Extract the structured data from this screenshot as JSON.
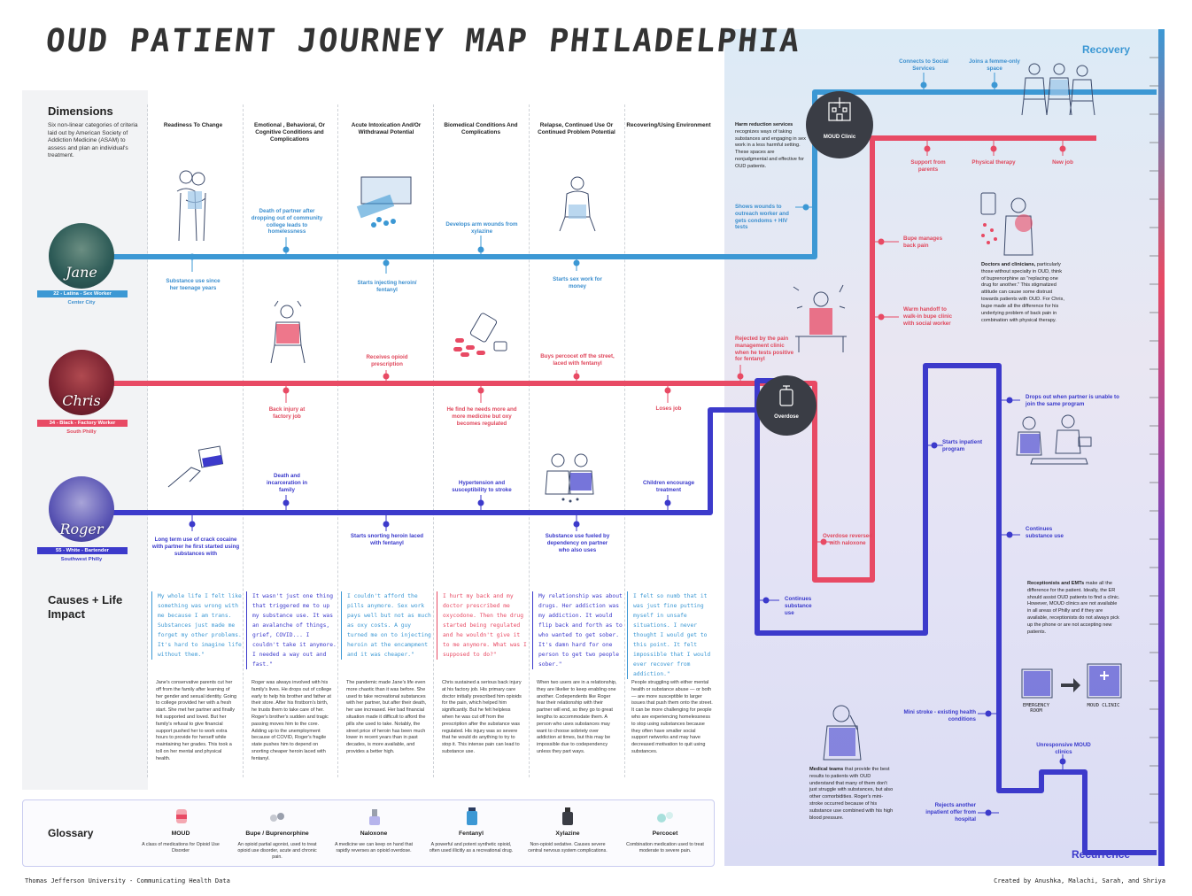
{
  "title": "OUD PATIENT JOURNEY MAP PHILADELPHIA",
  "dimensions": {
    "heading": "Dimensions",
    "description": "Six non-linear categories of criteria laid out by American Society of Addiction Medicine (ASAM) to assess and plan an individual's treatment."
  },
  "columns": [
    "Readiness To Change",
    "Emotional , Behavioral, Or Cognitive Conditions and Complications",
    "Acute Intoxication And/Or Withdrawal Potential",
    "Biomedical Conditions And Complications",
    "Relapse, Continued Use Or Continued Problem Potential",
    "Recovering/Using Environment"
  ],
  "patients": {
    "jane": {
      "name": "Jane",
      "badge": "22 - Latina - Sex Worker",
      "location": "Center City"
    },
    "chris": {
      "name": "Chris",
      "badge": "34 - Black - Factory Worker",
      "location": "South Philly"
    },
    "roger": {
      "name": "Roger",
      "badge": "55 - White - Bartender",
      "location": "Southwest Philly"
    }
  },
  "events": {
    "jane_1": "Substance use since her teenage years",
    "jane_2": "Death of partner after dropping out of community college leads to homelessness",
    "jane_3": "Starts injecting heroin/ fentanyl",
    "jane_4": "Develops arm wounds from xylazine",
    "jane_5": "Starts sex work for money",
    "chris_1": "Back injury at factory job",
    "chris_2": "Receives opioid prescription",
    "chris_3": "He find he needs more and more medicine but oxy becomes regulated",
    "chris_4": "Buys percocet off the street, laced with fentanyl",
    "chris_5": "Loses job",
    "roger_1": "Long term use of crack cocaine with partner he first started using substances with",
    "roger_2": "Death and incarceration in family",
    "roger_3": "Starts snorting heroin laced with fentanyl",
    "roger_4": "Hypertension and susceptibility to stroke",
    "roger_5": "Substance use fueled by dependency on partner who also uses",
    "roger_6": "Children encourage treatment"
  },
  "causes": {
    "heading": "Causes + Life Impact",
    "quotes": [
      "My whole life I felt like something was wrong with me because I am trans. Substances just made me forget my other problems. It's hard to imagine life without them.\"",
      "It wasn't just one thing that triggered me to up my substance use. It was an avalanche of things, grief, COVID... I couldn't take it anymore. I needed a way out and fast.\"",
      "I couldn't afford the pills anymore. Sex work pays well but not as much as oxy costs. A guy turned me on to injecting heroin at the encampment and it was cheaper.\"",
      "I hurt my back and my doctor prescribed me oxycodone. Then the drug started being regulated and he wouldn't give it to me anymore. What was I supposed to do?\"",
      "My relationship was about drugs. Her addiction was my addiction. It would flip back and forth as to who wanted to get sober. It's damn hard for one person to get two people sober.\"",
      "I felt so numb that it was just fine putting myself in unsafe situations. I never thought I would get to this point. It felt impossible that I would ever recover from addiction.\""
    ],
    "paragraphs": [
      "Jane's conservative parents cut her off from the family after learning of her gender and sexual identity. Going to college provided her with a fresh start. She met her partner and finally felt supported and loved. But her family's refusal to give financial support pushed her to work extra hours to provide for herself while maintaining her grades. This took a toll on her mental and physical health.",
      "Roger was always involved with his family's lives. He drops out of college early to help his brother and father at their store. After his firstborn's birth, he trusts them to take care of her. Roger's brother's sudden and tragic passing moves him to the core. Adding up to the unemployment because of COVID, Roger's fragile state pushes him to depend on snorting cheaper heroin laced with fentanyl.",
      "The pandemic made Jane's life even more chaotic than it was before. She used to take recreational substances with her partner, but after their death, her use increased. Her bad financial situation made it difficult to afford the pills she used to take. Notably, the street price of heroin has been much lower in recent years than in past decades, is more available, and provides a better high.",
      "Chris sustained a serious back injury at his factory job. His primary care doctor initially prescribed him opioids for the pain, which helped him significantly. But he felt helpless when he was cut off from the prescription after the substance was regulated. His injury was so severe that he would do anything to try to stop it. This intense pain can lead to substance use.",
      "When two users are in a relationship, they are likelier to keep enabling one another. Codependents like Roger fear their relationship with their partner will end, so they go to great lengths to accommodate them. A person who uses substances may want to choose sobriety over addiction at times, but this may be impossible due to codependency unless they part ways.",
      "People struggling with either mental health or substance abuse — or both — are more susceptible to larger issues that push them onto the street. It can be more challenging for people who are experiencing homelessness to stop using substances because they often have smaller social support networks and may have decreased motivation to quit using substances."
    ]
  },
  "glossary": {
    "heading": "Glossary",
    "items": [
      {
        "name": "MOUD",
        "desc": "A class of medications for Opioid Use Disorder"
      },
      {
        "name": "Bupe / Buprenorphine",
        "desc": "An opioid partial agonist, used to treat opioid use disorder, acute and chronic pain."
      },
      {
        "name": "Naloxone",
        "desc": "A medicine we can keep on hand that rapidly reverses an opioid overdose."
      },
      {
        "name": "Fentanyl",
        "desc": "A powerful and potent synthetic opioid, often used illicitly as a recreational drug."
      },
      {
        "name": "Xylazine",
        "desc": "Non-opioid sedative. Causes severe central nervous system complications."
      },
      {
        "name": "Percocet",
        "desc": "Combination medication used to treat moderate to severe pain."
      }
    ]
  },
  "right": {
    "recovery": "Recovery",
    "recurrence": "Recurrence",
    "moud_clinic": "MOUD Clinic",
    "overdose": "Overdose",
    "connects_social": "Connects to Social Services",
    "joins_femme": "Joins a femme-only space",
    "harm_reduction_bold": "Harm reduction services",
    "harm_reduction": "recognizes ways of taking substances and engaging in sex work in a less harmful setting. These spaces are nonjudgmental and effective for OUD patients.",
    "shows_wounds": "Shows wounds to outreach worker and gets condoms + HIV tests",
    "support_parents": "Support from parents",
    "physical_therapy": "Physical therapy",
    "new_job": "New job",
    "bupe_back": "Bupe manages back pain",
    "doctors_bold": "Doctors and clinicians,",
    "doctors": "particularly those without specialty in OUD, think of buprenorphine as \"replacing one drug for another.\" This stigmatized attitude can cause some distrust towards patients with OUD. For Chris, bupe made all the difference for his underlying problem of back pain in combination with physical therapy.",
    "warm_handoff": "Warm handoff to walk-in bupe clinic with social worker",
    "rejected": "Rejected by the pain management clinic when he tests positive for fentanyl",
    "overdose_reversed": "Overdose reversed with naloxone",
    "drops_out": "Drops out when partner is unable to join the same program",
    "starts_inpatient": "Starts inpatient program",
    "continues_1": "Continues substance use",
    "continues_2": "Continues substance use",
    "receptionists_bold": "Receptionists and EMTs",
    "receptionists": "make all the difference for the patient. Ideally, the ER should assist OUD patients to find a clinic. However, MOUD clinics are not available in all areas of Philly and if they are available, receptionists do not always pick up the phone or are not accepting new patients.",
    "er_label": "EMERGENCY ROOM",
    "clinic_label": "MOUD CLINIC",
    "mini_stroke": "Mini stroke - existing health conditions",
    "medical_bold": "Medical teams",
    "medical": "that provide the best results to patients with OUD understand that many of them don't just struggle with substances, but also other comorbidities. Roger's mini-stroke occurred because of his substance use combined with his high blood pressure.",
    "unresponsive": "Unresponsive MOUD clinics",
    "rejects_inpatient": "Rejects another inpatient offer from hospital"
  },
  "footer": {
    "left": "Thomas Jefferson University - Communicating Health Data",
    "right": "Created by Anushka, Malachi, Sarah, and Shriya"
  },
  "colors": {
    "jane": "#3c98d4",
    "chris": "#e84a64",
    "roger": "#3c3acb"
  }
}
